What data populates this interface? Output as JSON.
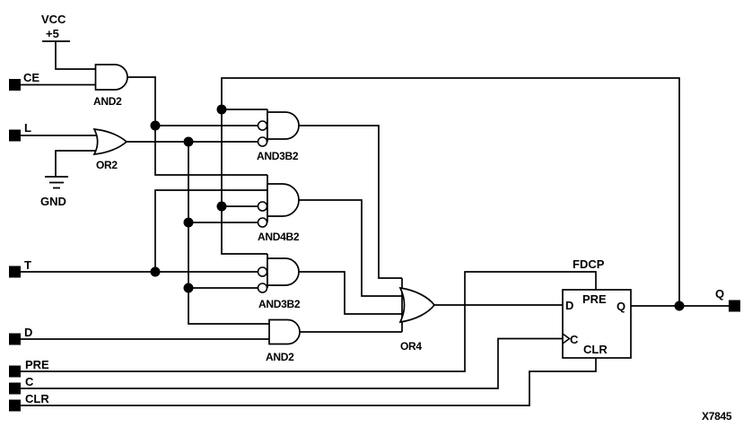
{
  "figure": {
    "id": "X7845",
    "kind": "logic-schematic"
  },
  "power": {
    "vcc_label": "VCC",
    "vcc_value": "+5",
    "gnd_label": "GND"
  },
  "terminals": {
    "ce": "CE",
    "l": "L",
    "t": "T",
    "d": "D",
    "pre": "PRE",
    "c": "C",
    "clr": "CLR",
    "q": "Q"
  },
  "gates": {
    "and2_top": "AND2",
    "or2": "OR2",
    "and3b2_top": "AND3B2",
    "and4b2": "AND4B2",
    "and3b2_mid": "AND3B2",
    "and2_bottom": "AND2",
    "or4": "OR4"
  },
  "flipflop": {
    "name": "FDCP",
    "pins": {
      "d": "D",
      "pre": "PRE",
      "q": "Q",
      "c": "C",
      "clr": "CLR"
    }
  },
  "colors": {
    "ink": "#000000",
    "background": "#ffffff"
  }
}
